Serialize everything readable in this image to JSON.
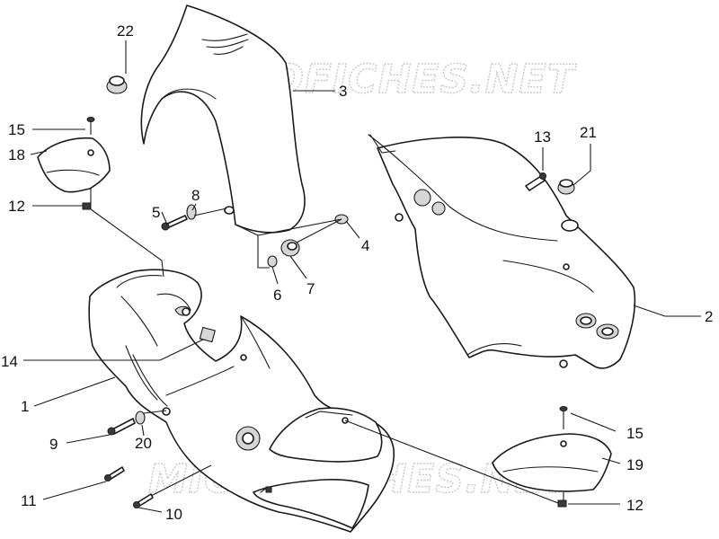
{
  "watermark": "MICROFICHES.NET",
  "callouts": {
    "c1": "1",
    "c2": "2",
    "c3": "3",
    "c4": "4",
    "c5": "5",
    "c6": "6",
    "c7": "7",
    "c8": "8",
    "c9": "9",
    "c10": "10",
    "c11": "11",
    "c12a": "12",
    "c12b": "12",
    "c13": "13",
    "c14": "14",
    "c15a": "15",
    "c15b": "15",
    "c18": "18",
    "c19": "19",
    "c20": "20",
    "c21": "21",
    "c22": "22"
  }
}
